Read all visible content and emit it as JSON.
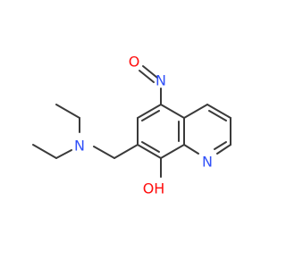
{
  "molecule": {
    "atoms": {
      "nitroso_o": {
        "text": "O",
        "color": "#ff0d0d"
      },
      "nitroso_n": {
        "text": "N",
        "color": "#3050f8"
      },
      "ring_n": {
        "text": "N",
        "color": "#3050f8"
      },
      "amine_n": {
        "text": "N",
        "color": "#3050f8"
      },
      "hydroxyl": {
        "text": "OH",
        "color": "#ff0d0d"
      }
    },
    "bond_color": "#3a3a3a"
  }
}
